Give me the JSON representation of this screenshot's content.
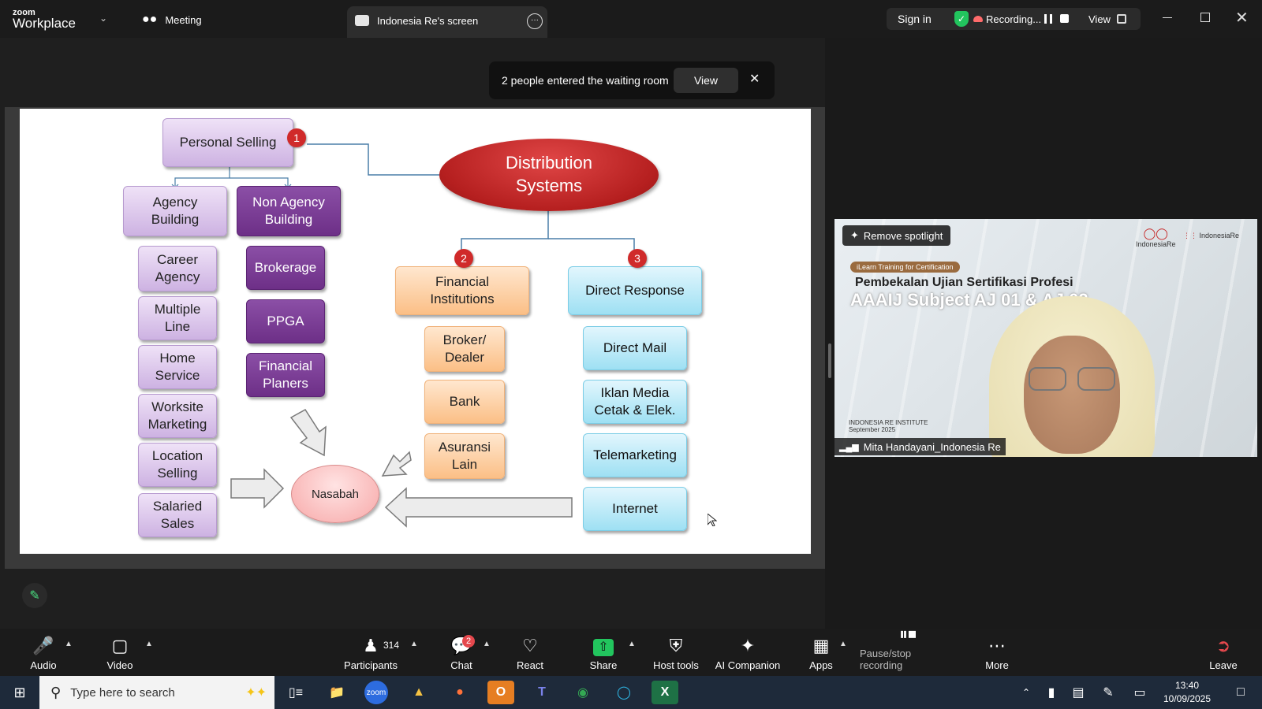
{
  "app": {
    "brand_small": "zoom",
    "brand_name": "Workplace",
    "meeting_tab": "Meeting",
    "share_tab": "Indonesia Re's screen",
    "sign_in": "Sign in",
    "recording_status": "Recording...",
    "view_label": "View"
  },
  "toast": {
    "message": "2 people entered the waiting room",
    "view_button": "View"
  },
  "slide": {
    "title_l1": "Distribution",
    "title_l2": "Systems",
    "personal_selling": "Personal Selling",
    "badges": [
      "1",
      "2",
      "3"
    ],
    "agency_l1": "Agency",
    "agency_l2": "Building",
    "non_agency_l1": "Non Agency",
    "non_agency_l2": "Building",
    "agency_items": [
      [
        "Career",
        "Agency"
      ],
      [
        "Multiple",
        "Line"
      ],
      [
        "Home",
        "Service"
      ],
      [
        "Worksite",
        "Marketing"
      ],
      [
        "Location",
        "Selling"
      ],
      [
        "Salaried",
        "Sales"
      ]
    ],
    "non_agency_items": [
      [
        "Brokerage"
      ],
      [
        "PPGA"
      ],
      [
        "Financial",
        "Planers"
      ]
    ],
    "financial_l1": "Financial",
    "financial_l2": "Institutions",
    "financial_items": [
      [
        "Broker/",
        "Dealer"
      ],
      [
        "Bank"
      ],
      [
        "Asuransi",
        "Lain"
      ]
    ],
    "direct_response": "Direct Response",
    "direct_items": [
      [
        "Direct Mail"
      ],
      [
        "Iklan Media",
        "Cetak & Elek."
      ],
      [
        "Telemarketing"
      ],
      [
        "Internet"
      ]
    ],
    "nasabah": "Nasabah"
  },
  "video": {
    "remove_spotlight": "Remove spotlight",
    "banner_tag": "iLearn Training for Certification",
    "banner_title": "Pembekalan Ujian Sertifikasi Profesi",
    "banner_subtitle": "AAAIJ Subject AJ 01 & AJ 02",
    "logo_left": "IndonesiaRe",
    "logo_right": "IndonesiaRe",
    "institute": "INDONESIA RE INSTITUTE",
    "institute_date": "September 2025",
    "participant_name": "Mita Handayani_Indonesia Re"
  },
  "toolbar": {
    "audio": "Audio",
    "video": "Video",
    "participants": "Participants",
    "participants_count": "314",
    "chat": "Chat",
    "chat_badge": "2",
    "react": "React",
    "share": "Share",
    "host_tools": "Host tools",
    "ai_companion": "AI Companion",
    "apps": "Apps",
    "pause_stop": "Pause/stop recording",
    "more": "More",
    "leave": "Leave"
  },
  "taskbar": {
    "search_placeholder": "Type here to search",
    "time": "13:40",
    "date": "10/09/2025"
  },
  "colors": {
    "accent_red": "#c62828",
    "leave_red": "#e5484d",
    "share_green": "#22c55e"
  }
}
